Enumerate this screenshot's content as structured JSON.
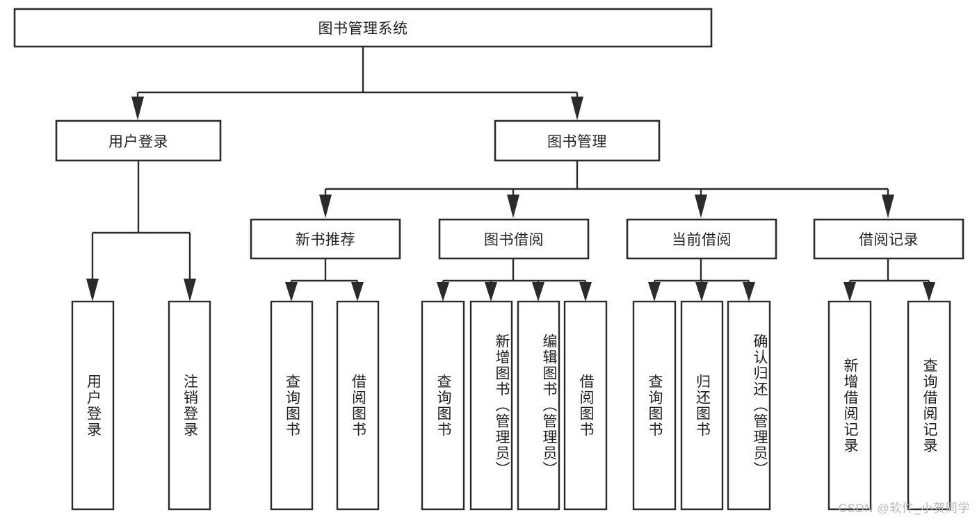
{
  "diagram": {
    "type": "tree",
    "title": "图书管理系统",
    "watermark": "CSDN @软件_小贺同学",
    "colors": {
      "stroke": "#2b2b2b",
      "fill": "#ffffff",
      "text": "#1f1f1f",
      "watermark": "#b9b9b9"
    },
    "root": {
      "label": "图书管理系统",
      "orientation": "horizontal"
    },
    "level2": [
      {
        "label": "用户登录",
        "orientation": "horizontal"
      },
      {
        "label": "图书管理",
        "orientation": "horizontal"
      }
    ],
    "level3": [
      {
        "label": "新书推荐",
        "orientation": "horizontal"
      },
      {
        "label": "图书借阅",
        "orientation": "horizontal"
      },
      {
        "label": "当前借阅",
        "orientation": "horizontal"
      },
      {
        "label": "借阅记录",
        "orientation": "horizontal"
      }
    ],
    "leaves": {
      "user_login": [
        {
          "label": "用户登录",
          "orientation": "vertical",
          "align": "middle"
        },
        {
          "label": "注销登录",
          "orientation": "vertical",
          "align": "middle"
        }
      ],
      "new_book": [
        {
          "label": "查询图书",
          "orientation": "vertical",
          "align": "middle"
        },
        {
          "label": "借阅图书",
          "orientation": "vertical",
          "align": "middle"
        }
      ],
      "book_borrow": [
        {
          "label": "查询图书",
          "orientation": "vertical",
          "align": "middle"
        },
        {
          "label": "新增图书（管理员）",
          "orientation": "vertical",
          "align": "start"
        },
        {
          "label": "编辑图书（管理员）",
          "orientation": "vertical",
          "align": "start"
        },
        {
          "label": "借阅图书",
          "orientation": "vertical",
          "align": "middle"
        }
      ],
      "current_borrow": [
        {
          "label": "查询图书",
          "orientation": "vertical",
          "align": "middle"
        },
        {
          "label": "归还图书",
          "orientation": "vertical",
          "align": "middle"
        },
        {
          "label": "确认归还（管理员）",
          "orientation": "vertical",
          "align": "start"
        }
      ],
      "borrow_record": [
        {
          "label": "新增借阅记录",
          "orientation": "vertical",
          "align": "middle"
        },
        {
          "label": "查询借阅记录",
          "orientation": "vertical",
          "align": "middle"
        }
      ]
    }
  }
}
